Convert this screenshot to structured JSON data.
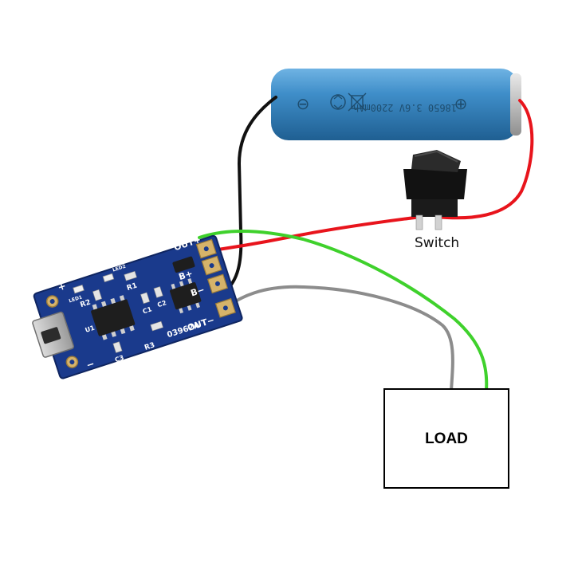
{
  "switch": {
    "label": "Switch"
  },
  "load": {
    "label": "LOAD"
  },
  "battery": {
    "label": "18650 3.6V 2200mAh",
    "minus_symbol": "⊖",
    "plus_symbol": "⊕",
    "icons": [
      "recycle-icon",
      "crossed-bin-icon"
    ]
  },
  "module": {
    "labels": {
      "out_plus": "OUT+",
      "b_plus": "B+",
      "b_minus": "B−",
      "out_minus": "OUT−",
      "part_number": "03962A",
      "led1": "LED1",
      "led2": "LED2",
      "r1": "R1",
      "r2": "R2",
      "r3": "R3",
      "c1": "C1",
      "c2": "C2",
      "c3": "C3",
      "u1": "U1",
      "plus": "+",
      "minus": "−"
    }
  },
  "colors": {
    "wire_red": "#e8141c",
    "wire_black": "#111111",
    "wire_green": "#3fd12c",
    "wire_gray": "#8c8c8c",
    "pcb_blue": "#1a3a8c",
    "battery_blue": "#3f8ec9"
  }
}
